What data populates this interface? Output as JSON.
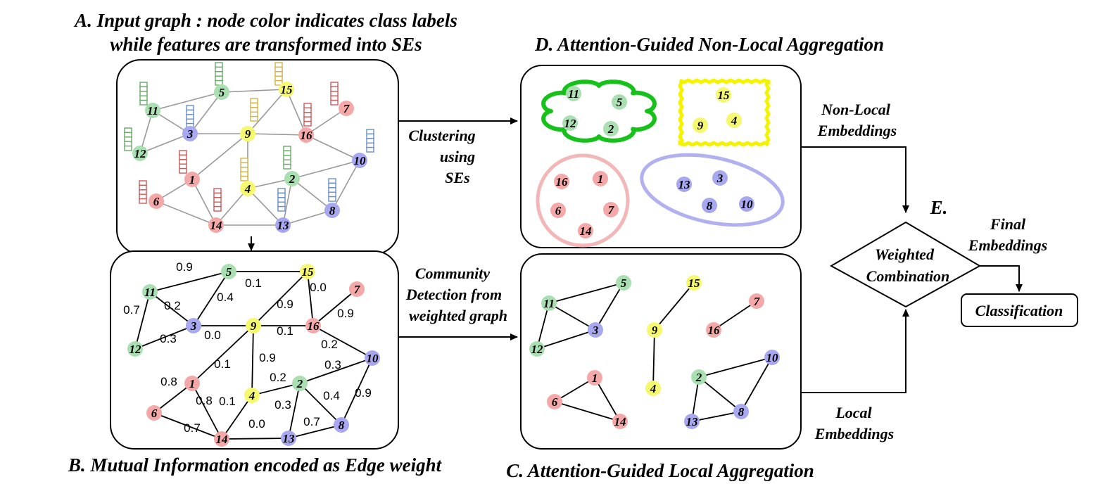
{
  "captions": {
    "A_line1": "A. Input graph : node color indicates class labels",
    "A_line2": "while features are transformed into SEs",
    "B": "B. Mutual Information encoded as Edge weight",
    "C": "C. Attention-Guided Local Aggregation",
    "D": "D. Attention-Guided Non-Local Aggregation",
    "E": "E."
  },
  "arrow_labels": {
    "clustering": [
      "Clustering",
      "using",
      "SEs"
    ],
    "community": [
      "Community",
      "Detection from",
      "weighted graph"
    ],
    "nonlocal": [
      "Non-Local",
      "Embeddings"
    ],
    "local": [
      "Local",
      "Embeddings"
    ],
    "final": [
      "Final",
      "Embeddings"
    ]
  },
  "decision": [
    "Weighted",
    "Combination"
  ],
  "classification": "Classification",
  "colors": {
    "green": "#a9dfb1",
    "blue": "#a8a8f0",
    "yellow": "#f6f870",
    "red": "#f4a8a8",
    "cluster_green": "#16c21a",
    "cluster_yellow": "#f4f400",
    "cluster_red": "#f3b7b7",
    "cluster_blue": "#b1b1f2",
    "bar_green": "#6aa86a",
    "bar_blue": "#6a8fc8",
    "bar_yellow": "#d4b24a",
    "bar_red": "#cc5a5a"
  },
  "nodes_A": [
    {
      "id": "5",
      "cls": "green"
    },
    {
      "id": "15",
      "cls": "yellow"
    },
    {
      "id": "7",
      "cls": "red"
    },
    {
      "id": "11",
      "cls": "green"
    },
    {
      "id": "3",
      "cls": "blue"
    },
    {
      "id": "9",
      "cls": "yellow"
    },
    {
      "id": "16",
      "cls": "red"
    },
    {
      "id": "12",
      "cls": "green"
    },
    {
      "id": "10",
      "cls": "blue"
    },
    {
      "id": "1",
      "cls": "red"
    },
    {
      "id": "2",
      "cls": "green"
    },
    {
      "id": "4",
      "cls": "yellow"
    },
    {
      "id": "6",
      "cls": "red"
    },
    {
      "id": "8",
      "cls": "blue"
    },
    {
      "id": "14",
      "cls": "red"
    },
    {
      "id": "13",
      "cls": "blue"
    }
  ],
  "edges_A": [
    [
      "11",
      "5"
    ],
    [
      "5",
      "15"
    ],
    [
      "5",
      "3"
    ],
    [
      "15",
      "9"
    ],
    [
      "15",
      "16"
    ],
    [
      "16",
      "7"
    ],
    [
      "11",
      "3"
    ],
    [
      "11",
      "12"
    ],
    [
      "12",
      "3"
    ],
    [
      "3",
      "9"
    ],
    [
      "9",
      "16"
    ],
    [
      "16",
      "10"
    ],
    [
      "9",
      "1"
    ],
    [
      "9",
      "4"
    ],
    [
      "1",
      "6"
    ],
    [
      "1",
      "14"
    ],
    [
      "6",
      "14"
    ],
    [
      "4",
      "2"
    ],
    [
      "4",
      "14"
    ],
    [
      "4",
      "13"
    ],
    [
      "2",
      "10"
    ],
    [
      "2",
      "13"
    ],
    [
      "2",
      "8"
    ],
    [
      "10",
      "8"
    ],
    [
      "14",
      "13"
    ],
    [
      "13",
      "8"
    ]
  ],
  "edges_B": [
    {
      "a": "11",
      "b": "5",
      "w": "0.9"
    },
    {
      "a": "5",
      "b": "15",
      "w": "0.1"
    },
    {
      "a": "5",
      "b": "3",
      "w": "0.4"
    },
    {
      "a": "15",
      "b": "9",
      "w": "0.9"
    },
    {
      "a": "15",
      "b": "16",
      "w": "0.0"
    },
    {
      "a": "16",
      "b": "7",
      "w": "0.9"
    },
    {
      "a": "11",
      "b": "3",
      "w": "0.2"
    },
    {
      "a": "11",
      "b": "12",
      "w": "0.7"
    },
    {
      "a": "12",
      "b": "3",
      "w": "0.3"
    },
    {
      "a": "3",
      "b": "9",
      "w": "0.0"
    },
    {
      "a": "9",
      "b": "16",
      "w": "0.1"
    },
    {
      "a": "16",
      "b": "10",
      "w": "0.2"
    },
    {
      "a": "9",
      "b": "1",
      "w": "0.1"
    },
    {
      "a": "9",
      "b": "4",
      "w": "0.9"
    },
    {
      "a": "1",
      "b": "6",
      "w": "0.8"
    },
    {
      "a": "1",
      "b": "14",
      "w": "0.8"
    },
    {
      "a": "6",
      "b": "14",
      "w": "0.7"
    },
    {
      "a": "4",
      "b": "2",
      "w": "0.2"
    },
    {
      "a": "4",
      "b": "14",
      "w": "0.1"
    },
    {
      "a": "2",
      "b": "10",
      "w": "0.3"
    },
    {
      "a": "2",
      "b": "13",
      "w": "0.3"
    },
    {
      "a": "2",
      "b": "8",
      "w": "0.4"
    },
    {
      "a": "10",
      "b": "8",
      "w": "0.9"
    },
    {
      "a": "14",
      "b": "13",
      "w": "0.0"
    },
    {
      "a": "13",
      "b": "8",
      "w": "0.7"
    }
  ],
  "nodes_C": [
    {
      "id": "5",
      "cls": "green"
    },
    {
      "id": "11",
      "cls": "green"
    },
    {
      "id": "3",
      "cls": "blue"
    },
    {
      "id": "12",
      "cls": "green"
    },
    {
      "id": "15",
      "cls": "yellow"
    },
    {
      "id": "9",
      "cls": "yellow"
    },
    {
      "id": "4",
      "cls": "yellow"
    },
    {
      "id": "7",
      "cls": "red"
    },
    {
      "id": "16",
      "cls": "red"
    },
    {
      "id": "1",
      "cls": "red"
    },
    {
      "id": "6",
      "cls": "red"
    },
    {
      "id": "14",
      "cls": "red"
    },
    {
      "id": "10",
      "cls": "blue"
    },
    {
      "id": "2",
      "cls": "green"
    },
    {
      "id": "13",
      "cls": "blue"
    },
    {
      "id": "8",
      "cls": "blue"
    }
  ],
  "edges_C": [
    [
      "11",
      "5"
    ],
    [
      "5",
      "3"
    ],
    [
      "11",
      "3"
    ],
    [
      "11",
      "12"
    ],
    [
      "12",
      "3"
    ],
    [
      "15",
      "9"
    ],
    [
      "9",
      "4"
    ],
    [
      "7",
      "16"
    ],
    [
      "1",
      "6"
    ],
    [
      "1",
      "14"
    ],
    [
      "6",
      "14"
    ],
    [
      "2",
      "10"
    ],
    [
      "2",
      "13"
    ],
    [
      "2",
      "8"
    ],
    [
      "10",
      "8"
    ],
    [
      "13",
      "8"
    ]
  ],
  "clusters_D": [
    {
      "name": "green",
      "nodes": [
        {
          "id": "11",
          "cls": "green"
        },
        {
          "id": "5",
          "cls": "green"
        },
        {
          "id": "12",
          "cls": "green"
        },
        {
          "id": "2",
          "cls": "green"
        }
      ]
    },
    {
      "name": "yellow",
      "nodes": [
        {
          "id": "15",
          "cls": "yellow"
        },
        {
          "id": "9",
          "cls": "yellow"
        },
        {
          "id": "4",
          "cls": "yellow"
        }
      ]
    },
    {
      "name": "red",
      "nodes": [
        {
          "id": "16",
          "cls": "red"
        },
        {
          "id": "1",
          "cls": "red"
        },
        {
          "id": "6",
          "cls": "red"
        },
        {
          "id": "7",
          "cls": "red"
        },
        {
          "id": "14",
          "cls": "red"
        }
      ]
    },
    {
      "name": "blue",
      "nodes": [
        {
          "id": "13",
          "cls": "blue"
        },
        {
          "id": "3",
          "cls": "blue"
        },
        {
          "id": "8",
          "cls": "blue"
        },
        {
          "id": "10",
          "cls": "blue"
        }
      ]
    }
  ]
}
